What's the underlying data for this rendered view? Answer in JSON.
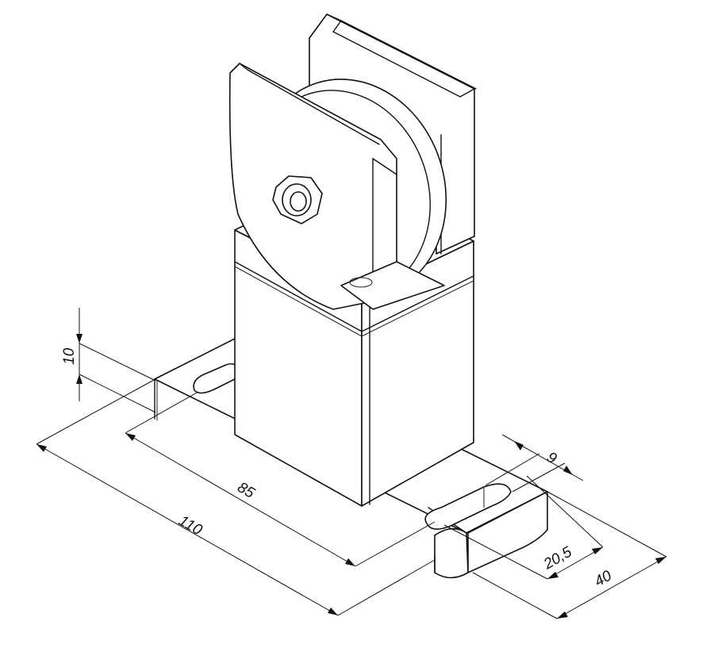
{
  "drawing": {
    "dimensions": {
      "base_thickness": "10",
      "slot_center_distance": "85",
      "overall_length": "110",
      "slot_width": "9",
      "slot_length": "20,5",
      "overall_width": "40"
    }
  }
}
